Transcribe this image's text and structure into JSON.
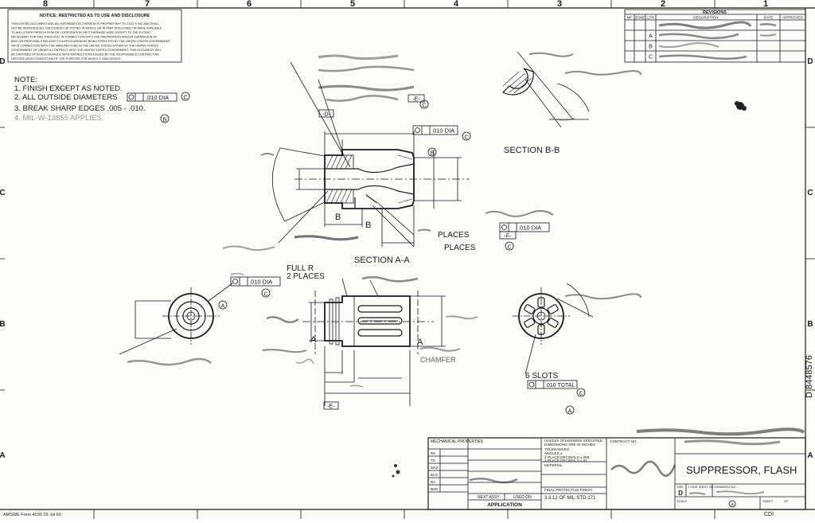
{
  "border": {
    "columns": [
      "8",
      "7",
      "6",
      "5",
      "4",
      "3",
      "2",
      "1"
    ],
    "rows_right": [
      "D",
      "C",
      "B",
      "A"
    ],
    "rows_left": [
      "D",
      "C",
      "B",
      "A"
    ]
  },
  "notice": {
    "title": "NOTICE: RESTRICTED AS TO USE AND DISCLOSURE",
    "lines": [
      "THIS ENTIRE DOCUMENT AND ALL INFORMATION THEREON IS PROPRIETARY TO COLT'S INC AND SHALL",
      "NOT BE REPRODUCED, DUPLICATED OR COPIED IN WHOLE OR IN PART DISCLOSED OR MADE AVAILABLE",
      "TO ANY OTHER PERSON FIRM OR CORPORATION OR OTHERWISE USED EXCEPT TO THE EXTENT",
      "NECESSARY FOR AND THEN ONLY IN CONNECTION WITH THE PREPARATION AND/OR SUBMISSION OF",
      "BIDS OR PROPOSALS RELATED TO A PROCUREMENT BEING EFFECTED BY THE UNITED STATES GOVERNMENT",
      "OR IN CONNECTION WITH THE MANUFACTURE IN THE UNITED STATES EITHER BY THE UNITED STATES",
      "GOVERNMENT OR UNDER A CONTRACT WITH THE UNITED STATES GOVERNMENT. THIS DOCUMENT WILL",
      "BE DISPOSED OF IN ACCORDANCE WITH INSTRUCTIONS ISSUED BY THE RESPONSIBLE CONTRACTING",
      "OFFICER UPON COMPLETION OF THE PURPOSE FOR WHICH IT WAS ISSUED."
    ]
  },
  "notes": {
    "heading": "NOTE:",
    "items": [
      "1. FINISH      EXCEPT AS NOTED.",
      "2. ALL OUTSIDE DIAMETERS",
      "3. BREAK SHARP EDGES .005 - .010.",
      "4. MIL-W-13855 APPLIES."
    ],
    "fcf_note2": ".010 DIA",
    "rev_note2": "C",
    "rev_note4": "B"
  },
  "revisions": {
    "title": "REVISIONS",
    "headers": [
      "MF",
      "ZONE",
      "LTR",
      "DESCRIPTION",
      "DATE",
      "APPROVED"
    ],
    "letters": [
      "",
      "A",
      "B",
      "C"
    ]
  },
  "section_bb": {
    "label": "SECTION B-B"
  },
  "section_aa": {
    "label": "SECTION A-A",
    "fcf_top": ".010 DIA",
    "fcf_right": ".010 DIA",
    "datum_e": "-E-",
    "datum_f": "-F-",
    "datum_d": "-D-",
    "places_1": "PLACES",
    "places_2": "PLACES",
    "cut_b": "B",
    "rev_c": "C",
    "rev_b": "B"
  },
  "end_view": {
    "fcf": ".010 DIA",
    "rev": "A",
    "rev_c": "C"
  },
  "side_view": {
    "full_r": "FULL R",
    "two_places": "2 PLACES",
    "cut_a": "A",
    "chamfer": "CHAMFER",
    "datum_e": "-E-",
    "ref_a": "A"
  },
  "slot_view": {
    "slots": "6 SLOTS",
    "fcf": ".010 TOTAL",
    "rev": "C"
  },
  "title_block": {
    "mech_props": "MECHANICAL PROPERTIES",
    "prop_rows": [
      "RS",
      "TS",
      "MAX",
      "ELG",
      "RA",
      "BHN"
    ],
    "tolerances": [
      "UNLESS OTHERWISE SPECIFIED",
      "DIMENSIONS ARE IN INCHES",
      "TOLERANCES",
      "ANGLES ±",
      "2 PLACE DECIMALS ±.005",
      "3 PLACE DECIMALS ±.01"
    ],
    "contract": "CONTRACT NO.",
    "material": "MATERIAL",
    "finish": "FINAL PROTECTIVE FINISH",
    "finish_spec": "3.3.12 OF MIL-STD-171",
    "next_assy": "NEXT ASSY",
    "used_on": "USED ON",
    "application": "APPLICATION",
    "title": "SUPPRESSOR, FLASH",
    "size": "SIZE",
    "size_val": "D",
    "code_ident": "CODE IDENT NO",
    "drawing_no": "DRAWING NO",
    "scale": "SCALE",
    "sheet": "SHEET",
    "sheet_of": "OF",
    "rev_a": "A"
  },
  "side_number": "D 8448576",
  "form_footer": "AMSWE Form 4030 29 Jul 69",
  "bottom_code": "CDI"
}
